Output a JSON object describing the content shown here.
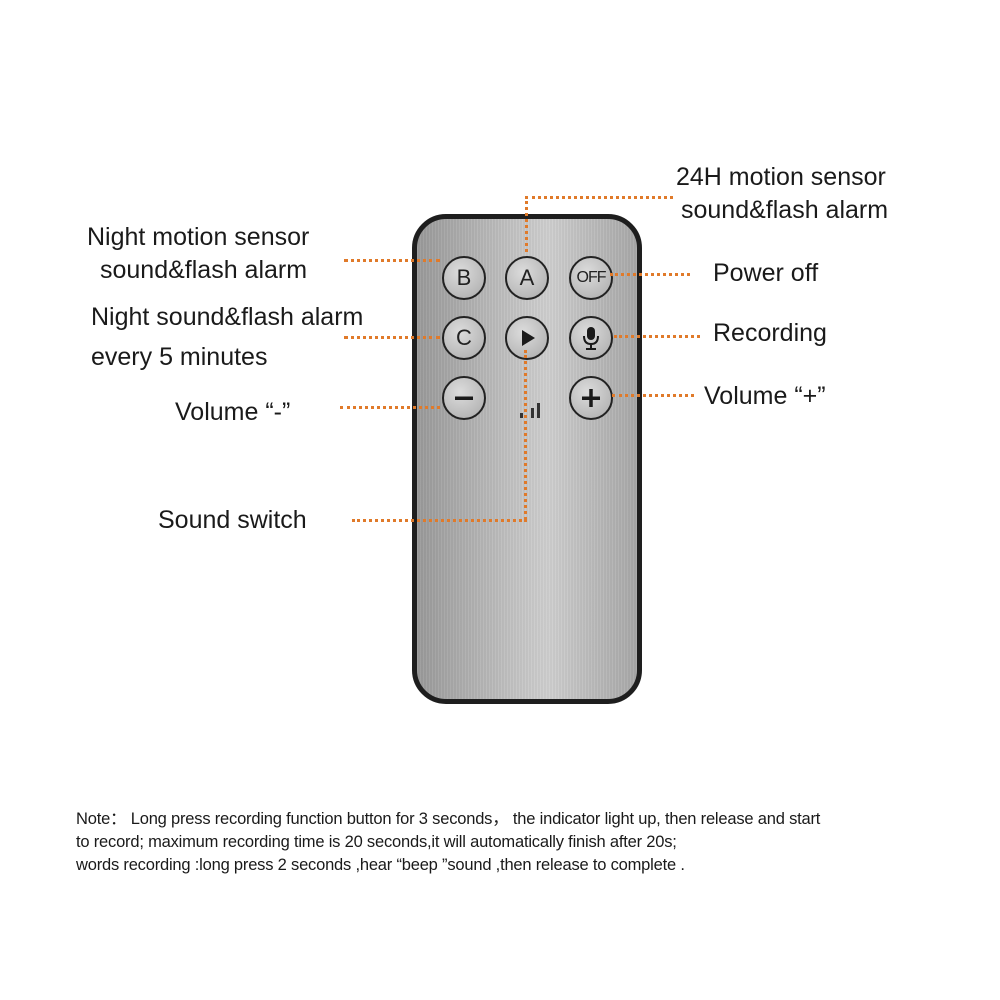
{
  "buttons": {
    "b": "B",
    "a": "A",
    "off": "OFF",
    "c": "C",
    "play_icon": "play-icon",
    "mic_icon": "microphone-icon",
    "minus": "−",
    "plus": "+",
    "bars_icon": "signal-bars-icon"
  },
  "labels": {
    "night_motion_1": "Night motion sensor",
    "night_motion_2": "sound&flash alarm",
    "night_sound_1": "Night sound&flash alarm",
    "night_sound_2": "every 5 minutes",
    "volume_minus": "Volume “-”",
    "sound_switch": "Sound switch",
    "motion_24h_1": "24H motion sensor",
    "motion_24h_2": "sound&flash alarm",
    "power_off": "Power off",
    "recording": "Recording",
    "volume_plus": "Volume “+”"
  },
  "note": {
    "line1": "Note：  Long press recording function button for 3 seconds，  the indicator light up, then release and start",
    "line2": "to record;  maximum recording time is 20 seconds,it will automatically finish after 20s;",
    "line3": "words recording :long press 2 seconds ,hear “beep ”sound ,then release to complete  ."
  },
  "colors": {
    "leader": "#e07a2a",
    "remote_border": "#1e1e1e",
    "remote_body": "#bcbcbc"
  }
}
